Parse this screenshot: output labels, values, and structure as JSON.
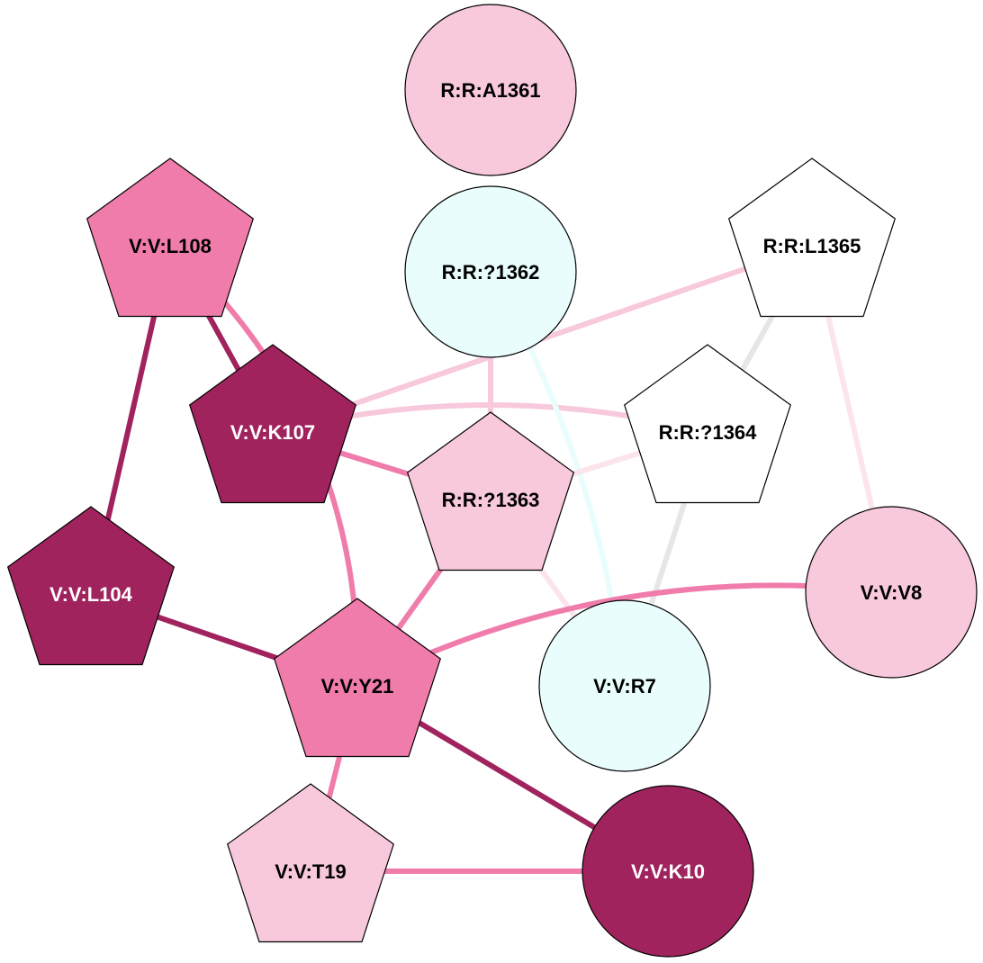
{
  "nodes": [
    {
      "id": "A1361",
      "label": "R:R:A1361",
      "shape": "circle",
      "fill": "#f8c8dc",
      "text_color": "#000000"
    },
    {
      "id": "Q1362",
      "label": "R:R:?1362",
      "shape": "circle",
      "fill": "#e8fdfc",
      "text_color": "#000000"
    },
    {
      "id": "L1365",
      "label": "R:R:L1365",
      "shape": "pentagon",
      "fill": "#ffffff",
      "text_color": "#000000"
    },
    {
      "id": "L108",
      "label": "V:V:L108",
      "shape": "pentagon",
      "fill": "#f07cab",
      "text_color": "#000000"
    },
    {
      "id": "K107",
      "label": "V:V:K107",
      "shape": "pentagon",
      "fill": "#a0235e",
      "text_color": "#ffffff"
    },
    {
      "id": "Q1364",
      "label": "R:R:?1364",
      "shape": "pentagon",
      "fill": "#ffffff",
      "text_color": "#000000"
    },
    {
      "id": "Q1363",
      "label": "R:R:?1363",
      "shape": "pentagon",
      "fill": "#f8c8dc",
      "text_color": "#000000"
    },
    {
      "id": "L104",
      "label": "V:V:L104",
      "shape": "pentagon",
      "fill": "#a0235e",
      "text_color": "#ffffff"
    },
    {
      "id": "V8",
      "label": "V:V:V8",
      "shape": "circle",
      "fill": "#f8c8dc",
      "text_color": "#000000"
    },
    {
      "id": "Y21",
      "label": "V:V:Y21",
      "shape": "pentagon",
      "fill": "#f07cab",
      "text_color": "#000000"
    },
    {
      "id": "R7",
      "label": "V:V:R7",
      "shape": "circle",
      "fill": "#e8fdfc",
      "text_color": "#000000"
    },
    {
      "id": "T19",
      "label": "V:V:T19",
      "shape": "pentagon",
      "fill": "#f8c8dc",
      "text_color": "#000000"
    },
    {
      "id": "K10",
      "label": "V:V:K10",
      "shape": "circle",
      "fill": "#a0235e",
      "text_color": "#ffffff"
    }
  ],
  "edges": [
    {
      "source": "L108",
      "target": "K107",
      "color": "#a0235e"
    },
    {
      "source": "L108",
      "target": "L104",
      "color": "#a0235e"
    },
    {
      "source": "L108",
      "target": "Y21",
      "color": "#f07cab"
    },
    {
      "source": "K107",
      "target": "L1365",
      "color": "#f8c8dc"
    },
    {
      "source": "K107",
      "target": "Q1364",
      "color": "#f8c8dc"
    },
    {
      "source": "K107",
      "target": "Q1363",
      "color": "#f07cab"
    },
    {
      "source": "Q1362",
      "target": "Q1363",
      "color": "#f8c8dc"
    },
    {
      "source": "Q1362",
      "target": "R7",
      "color": "#e8fdfc"
    },
    {
      "source": "L1365",
      "target": "Q1364",
      "color": "#e6e6e6"
    },
    {
      "source": "L1365",
      "target": "V8",
      "color": "#fce4ec"
    },
    {
      "source": "Q1364",
      "target": "Q1363",
      "color": "#fce4ec"
    },
    {
      "source": "Q1364",
      "target": "R7",
      "color": "#e6e6e6"
    },
    {
      "source": "Q1363",
      "target": "Y21",
      "color": "#f07cab"
    },
    {
      "source": "Q1363",
      "target": "R7",
      "color": "#fce4ec"
    },
    {
      "source": "L104",
      "target": "Y21",
      "color": "#a0235e"
    },
    {
      "source": "Y21",
      "target": "V8",
      "color": "#f07cab"
    },
    {
      "source": "Y21",
      "target": "K10",
      "color": "#a0235e"
    },
    {
      "source": "Y21",
      "target": "T19",
      "color": "#f07cab"
    },
    {
      "source": "T19",
      "target": "K10",
      "color": "#f07cab"
    }
  ]
}
